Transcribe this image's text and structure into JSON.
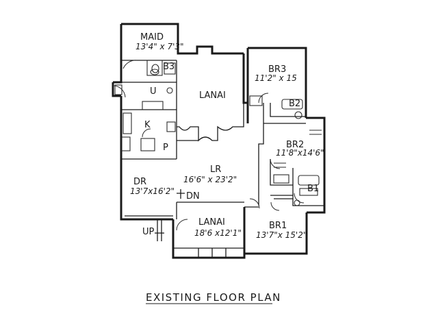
{
  "rooms": {
    "maid": {
      "label": "MAID",
      "dim": "13'4\" x 7'3\""
    },
    "b3": {
      "label": "B3"
    },
    "utility": {
      "label": "U"
    },
    "lanai_top": {
      "label": "LANAI"
    },
    "br3": {
      "label": "BR3",
      "dim": "11'2\" x 15"
    },
    "b2": {
      "label": "B2"
    },
    "kitchen": {
      "label": "K"
    },
    "pantry": {
      "label": "P"
    },
    "br2": {
      "label": "BR2",
      "dim": "11'8\"x14'6\""
    },
    "lr": {
      "label": "LR",
      "dim": "16'6\" x 23'2\""
    },
    "b1": {
      "label": "B1"
    },
    "dr": {
      "label": "DR",
      "dim": "13'7x16'2\""
    },
    "dn": {
      "label": "DN"
    },
    "lanai_bottom": {
      "label": "LANAI",
      "dim": "18'6 x12'1\""
    },
    "br1": {
      "label": "BR1",
      "dim": "13'7\"x 15'2\""
    },
    "up": {
      "label": "UP"
    }
  },
  "title": "EXISTING FLOOR PLAN"
}
